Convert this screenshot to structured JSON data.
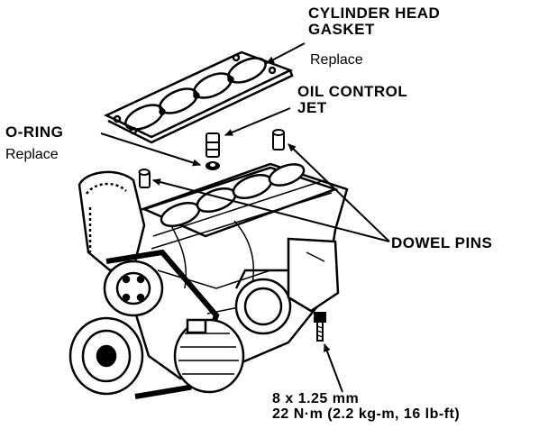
{
  "labels": {
    "cylinder_head_gasket": {
      "line1": "CYLINDER HEAD",
      "line2": "GASKET",
      "note": "Replace"
    },
    "oil_control_jet": {
      "line1": "OIL CONTROL",
      "line2": "JET"
    },
    "o_ring": {
      "line1": "O-RING",
      "note": "Replace"
    },
    "dowel_pins": {
      "text": "DOWEL PINS"
    },
    "bolt_spec": {
      "size": "8 x 1.25 mm",
      "torque": "22 N·m (2.2 kg-m, 16 lb-ft)"
    }
  },
  "colors": {
    "ink": "#000000",
    "paper": "#ffffff"
  }
}
